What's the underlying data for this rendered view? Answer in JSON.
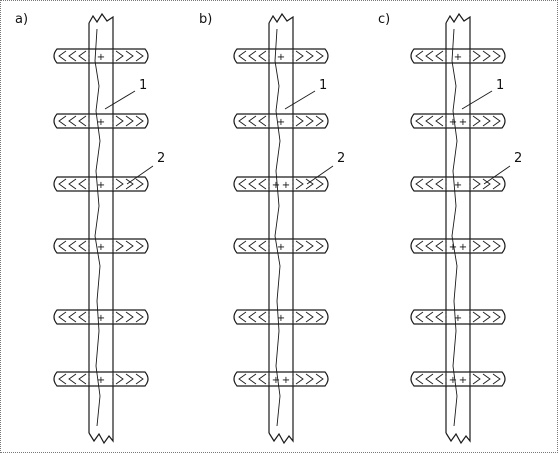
{
  "panels": [
    {
      "label": "a)",
      "rows": [
        {
          "plus": [
            "+"
          ]
        },
        {
          "plus": [
            "+"
          ]
        },
        {
          "plus": [
            "+"
          ]
        },
        {
          "plus": [
            "+"
          ]
        },
        {
          "plus": [
            "+"
          ]
        },
        {
          "plus": [
            "+"
          ]
        }
      ],
      "callouts": [
        {
          "text": "1",
          "row": 1
        },
        {
          "text": "2",
          "row": 2
        }
      ]
    },
    {
      "label": "b)",
      "rows": [
        {
          "plus": [
            "+"
          ]
        },
        {
          "plus": [
            "+"
          ]
        },
        {
          "plus": [
            "+",
            "+"
          ]
        },
        {
          "plus": [
            "+"
          ]
        },
        {
          "plus": [
            "+"
          ]
        },
        {
          "plus": [
            "+",
            "+"
          ]
        }
      ],
      "callouts": [
        {
          "text": "1",
          "row": 1
        },
        {
          "text": "2",
          "row": 2
        }
      ]
    },
    {
      "label": "c)",
      "rows": [
        {
          "plus": [
            "+"
          ]
        },
        {
          "plus": [
            "+",
            "+"
          ]
        },
        {
          "plus": [
            "+"
          ]
        },
        {
          "plus": [
            "+",
            "+"
          ]
        },
        {
          "plus": [
            "+"
          ]
        },
        {
          "plus": [
            "+",
            "+"
          ]
        }
      ],
      "callouts": [
        {
          "text": "1",
          "row": 1
        },
        {
          "text": "2",
          "row": 2
        }
      ]
    }
  ]
}
